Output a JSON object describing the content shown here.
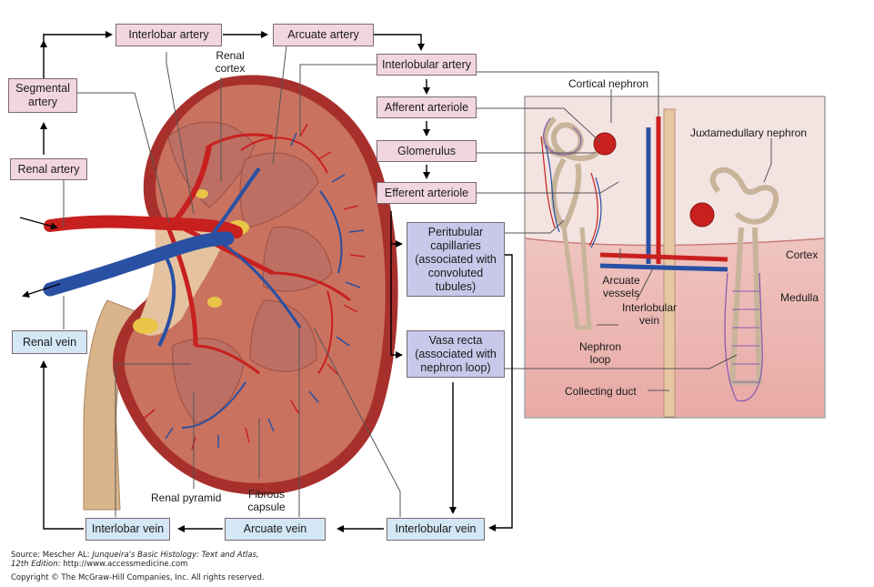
{
  "boxes": {
    "renal_artery": "Renal artery",
    "segmental_artery": "Segmental artery",
    "interlobar_artery": "Interlobar artery",
    "arcuate_artery": "Arcuate artery",
    "interlobular_artery": "Interlobular artery",
    "afferent_arteriole": "Afferent arteriole",
    "glomerulus": "Glomerulus",
    "efferent_arteriole": "Efferent arteriole",
    "peritubular_capillaries": "Peritubular capillaries (associated with convoluted tubules)",
    "vasa_recta": "Vasa recta (associated with nephron loop)",
    "interlobular_vein": "Interlobular vein",
    "arcuate_vein": "Arcuate vein",
    "interlobar_vein": "Interlobar vein",
    "renal_vein": "Renal vein"
  },
  "labels": {
    "renal_cortex": "Renal cortex",
    "renal_pyramid": "Renal pyramid",
    "fibrous_capsule": "Fibrous capsule",
    "cortical_nephron": "Cortical nephron",
    "juxtamedullary_nephron": "Juxtamedullary nephron",
    "cortex": "Cortex",
    "medulla": "Medulla",
    "arcuate_vessels": "Arcuate vessels",
    "interlobular_vein_inset": "Interlobular vein",
    "nephron_loop": "Nephron loop",
    "collecting_duct": "Collecting duct"
  },
  "source": {
    "line1_prefix": "Source: Mescher AL: ",
    "line1_title": "Junqueira's Basic Histology: Text and Atlas,",
    "line2_edition": "12th Edition",
    "line2_rest": ": http://www.accessmedicine.com",
    "copyright": "Copyright © The McGraw-Hill Companies, Inc. All rights reserved."
  },
  "colors": {
    "artery_box": "#f2d6df",
    "vein_box": "#d3e7f4",
    "capillary_box": "#c9c8ea",
    "artery": "#d42a2a",
    "vein": "#2d56a8",
    "kidney_cortex": "#c9725f",
    "capsule": "#a8302c"
  }
}
